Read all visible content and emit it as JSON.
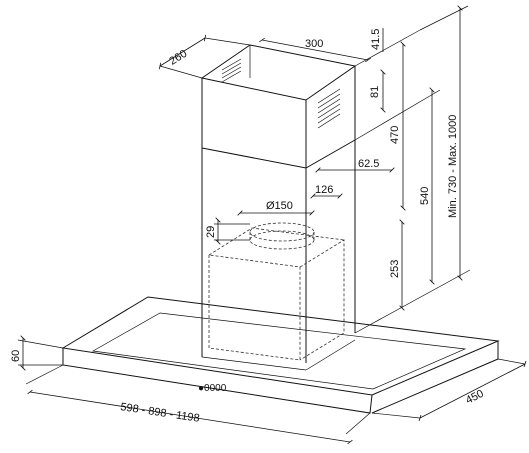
{
  "dimensions": {
    "chimney_depth": "260",
    "chimney_width": "300",
    "top_offset": "41.5",
    "vent_height": "81",
    "chimney_height": "470",
    "offset_62": "62.5",
    "offset_126": "126",
    "outlet_diameter": "Ø150",
    "collar_height": "29",
    "height_540": "540",
    "total_height": "Min. 730 - Max. 1000",
    "lower_height": "253",
    "canopy_thickness": "60",
    "canopy_width": "598 - 898 - 1198",
    "canopy_depth": "450"
  },
  "controls_label": "●0000"
}
